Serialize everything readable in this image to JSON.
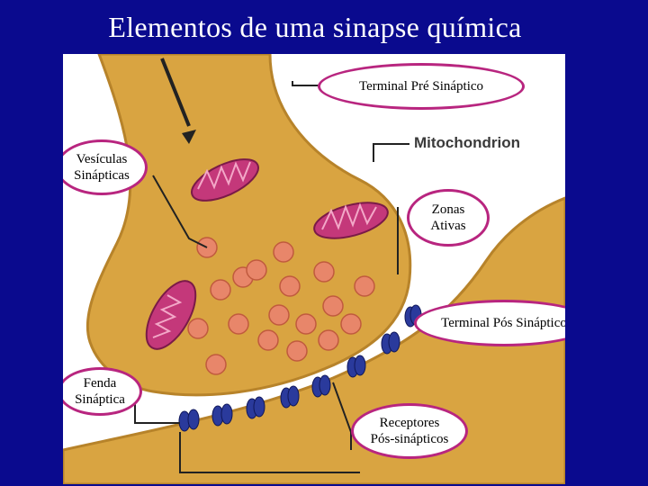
{
  "title": "Elementos de uma sinapse química",
  "labels": {
    "pre_terminal": "Terminal Pré Sináptico",
    "mitochondrion": "Mitochondrion",
    "vesicles_line1": "Vesículas",
    "vesicles_line2": "Sinápticas",
    "active_zones_line1": "Zonas",
    "active_zones_line2": "Ativas",
    "post_terminal": "Terminal Pós Sináptico",
    "cleft_line1": "Fenda",
    "cleft_line2": "Sináptica",
    "receptors_line1": "Receptores",
    "receptors_line2": "Pós-sinápticos"
  },
  "colors": {
    "background": "#0a0a8e",
    "terminal": "#d9a441",
    "terminal_outline": "#b7832a",
    "mitochondrion": "#c4387a",
    "vesicle": "#e8866a",
    "receptor": "#2a3a9c",
    "label_border": "#b8257f"
  }
}
